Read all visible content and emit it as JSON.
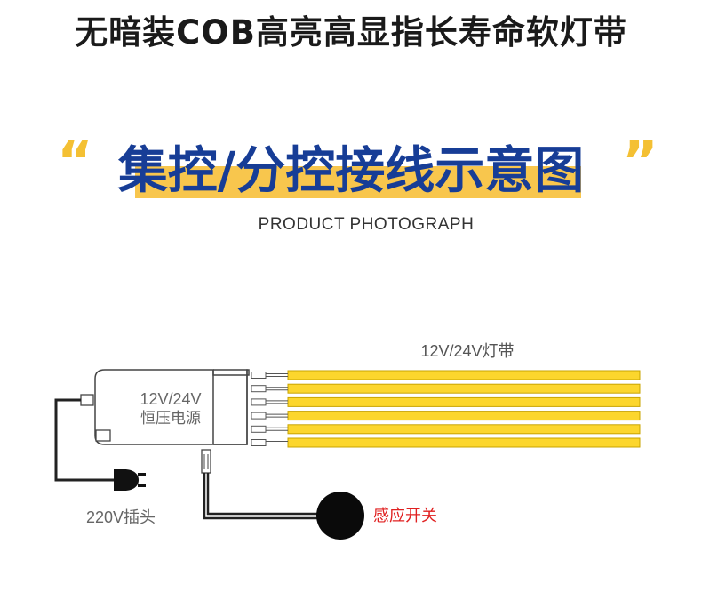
{
  "header": {
    "title": "无暗装COB高亮高显指长寿命软灯带"
  },
  "section": {
    "quote_open": "“",
    "title": "集控/分控接线示意图",
    "quote_close": "”",
    "subtitle": "PRODUCT PHOTOGRAPH"
  },
  "diagram": {
    "strip_label": "12V/24V灯带",
    "power_supply_line1": "12V/24V",
    "power_supply_line2": "恒压电源",
    "plug_label": "220V插头",
    "sensor_label": "感应开关",
    "strip_count": 6,
    "colors": {
      "strip_fill": "#fcd62d",
      "strip_border": "#c9a400",
      "sensor_label": "#e02020",
      "heading": "#173d96",
      "heading_highlight": "#f8c64d",
      "quote": "#f4c033"
    }
  }
}
